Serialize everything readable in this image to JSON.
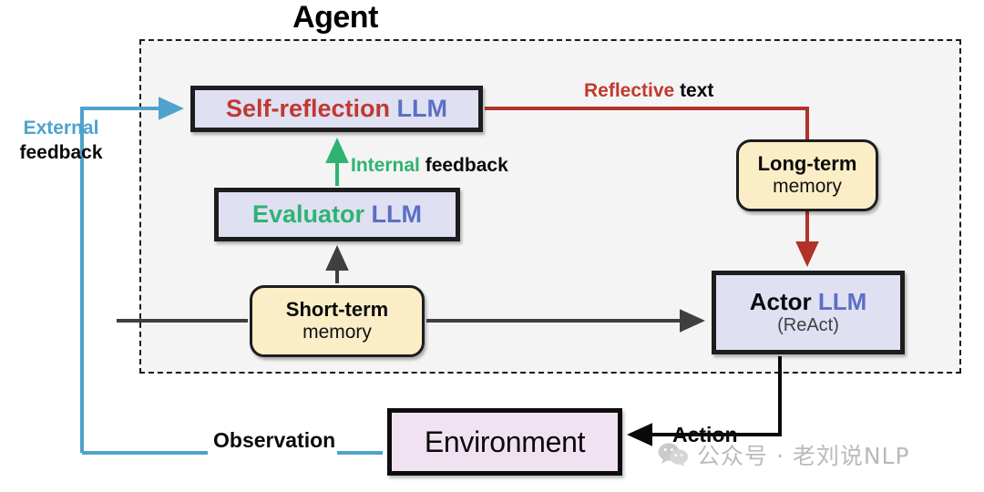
{
  "diagram": {
    "title": "Agent",
    "boxes": {
      "self_reflection": {
        "name_part": "Self-reflection",
        "model_part": "LLM"
      },
      "evaluator": {
        "name_part": "Evaluator",
        "model_part": "LLM"
      },
      "actor": {
        "name_part": "Actor",
        "model_part": "LLM",
        "sub": "(ReAct)"
      },
      "short_term_memory": {
        "title": "Short-term",
        "sub": "memory"
      },
      "long_term_memory": {
        "title": "Long-term",
        "sub": "memory"
      },
      "environment": {
        "label": "Environment"
      }
    },
    "labels": {
      "external_feedback_highlight": "External",
      "external_feedback_rest": "feedback",
      "internal_feedback_highlight": "Internal",
      "internal_feedback_rest": "feedback",
      "reflective_text_highlight": "Reflective",
      "reflective_text_rest": "text",
      "observation": "Observation",
      "action": "Action"
    },
    "colors": {
      "red": "#c0392f",
      "blue": "#5b6fc4",
      "green": "#2fb372",
      "skyblue": "#4fa2cc",
      "dark": "#3f3f3f",
      "memory_fill": "#fbeec6",
      "llm_fill": "#dfe0f2",
      "environment_fill": "#f1e2f1",
      "agent_fill": "#f4f4f4"
    }
  },
  "watermark": {
    "icon": "wechat-icon",
    "text": "公众号 · 老刘说NLP"
  }
}
